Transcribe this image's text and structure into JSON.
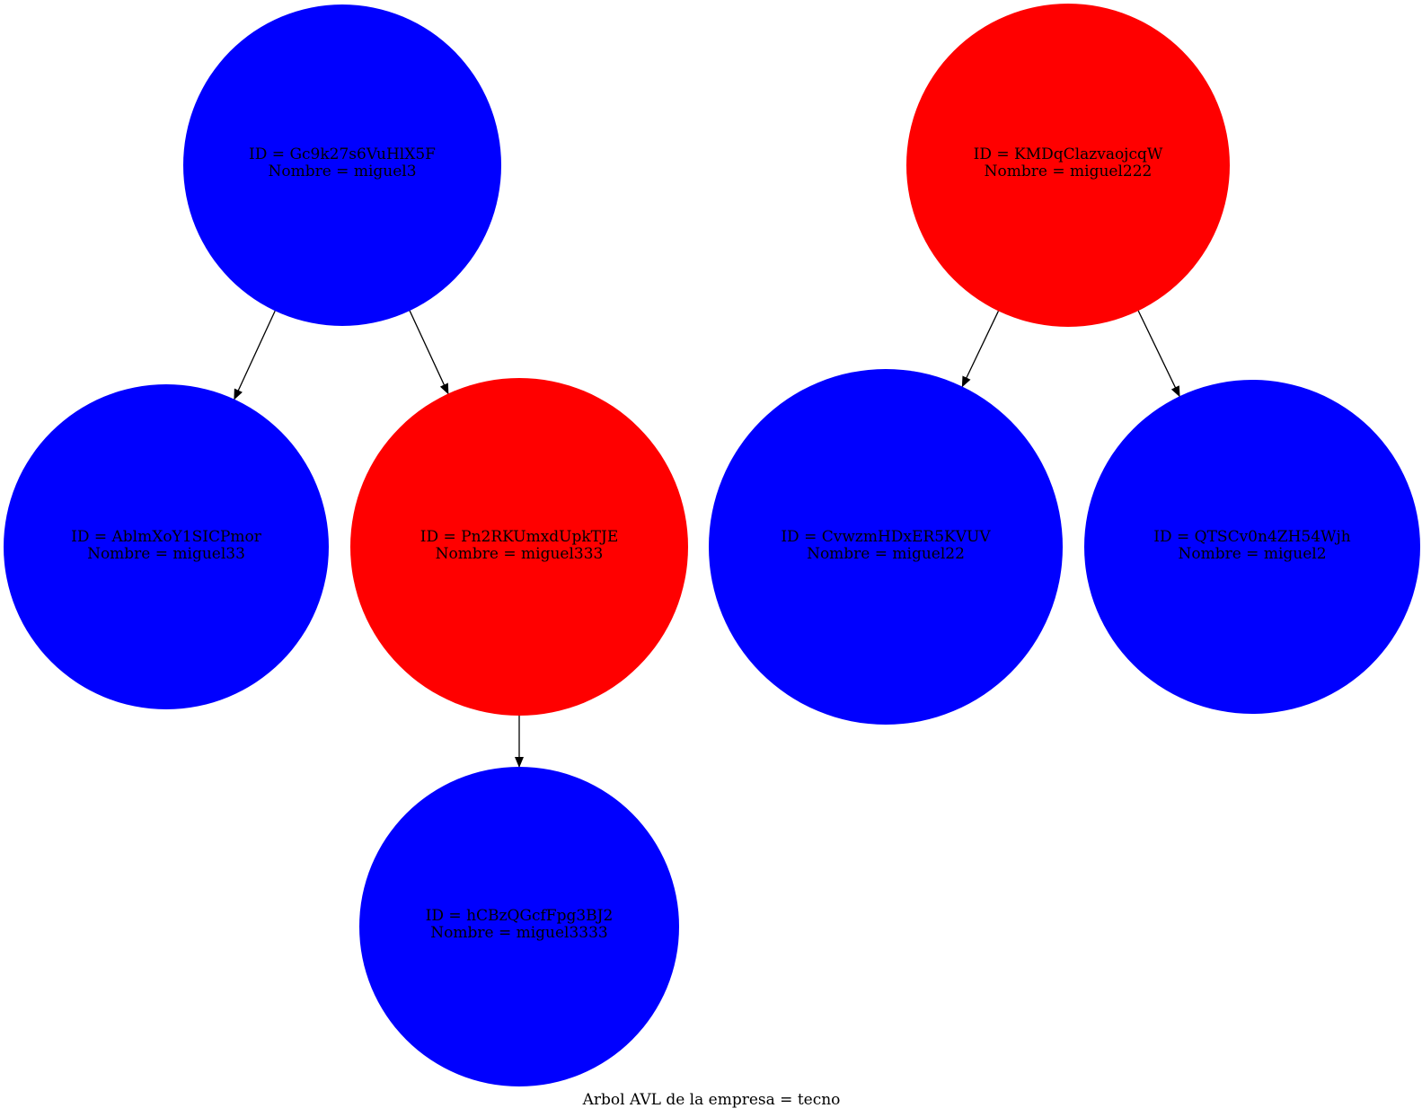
{
  "caption": "Arbol AVL de la empresa = tecno",
  "colors": {
    "blue": "#0000ff",
    "red": "#ff0000",
    "edge": "#000000",
    "text": "#000000"
  },
  "nodes": [
    {
      "id_line": "ID = Gc9k27s6VuHlX5F",
      "name_line": "Nombre = miguel3",
      "color": "blue"
    },
    {
      "id_line": "ID = AblmXoY1SICPmor",
      "name_line": "Nombre = miguel33",
      "color": "blue"
    },
    {
      "id_line": "ID = Pn2RKUmxdUpkTJE",
      "name_line": "Nombre = miguel333",
      "color": "red"
    },
    {
      "id_line": "ID = hCBzQGcfFpg3BJ2",
      "name_line": "Nombre = miguel3333",
      "color": "blue"
    },
    {
      "id_line": "ID = KMDqClazvaojcqW",
      "name_line": "Nombre = miguel222",
      "color": "red"
    },
    {
      "id_line": "ID = CvwzmHDxER5KVUV",
      "name_line": "Nombre = miguel22",
      "color": "blue"
    },
    {
      "id_line": "ID = QTSCv0n4ZH54Wjh",
      "name_line": "Nombre = miguel2",
      "color": "blue"
    }
  ],
  "edges": [
    {
      "from": 0,
      "to": 1
    },
    {
      "from": 0,
      "to": 2
    },
    {
      "from": 2,
      "to": 3
    },
    {
      "from": 4,
      "to": 5
    },
    {
      "from": 4,
      "to": 6
    }
  ]
}
